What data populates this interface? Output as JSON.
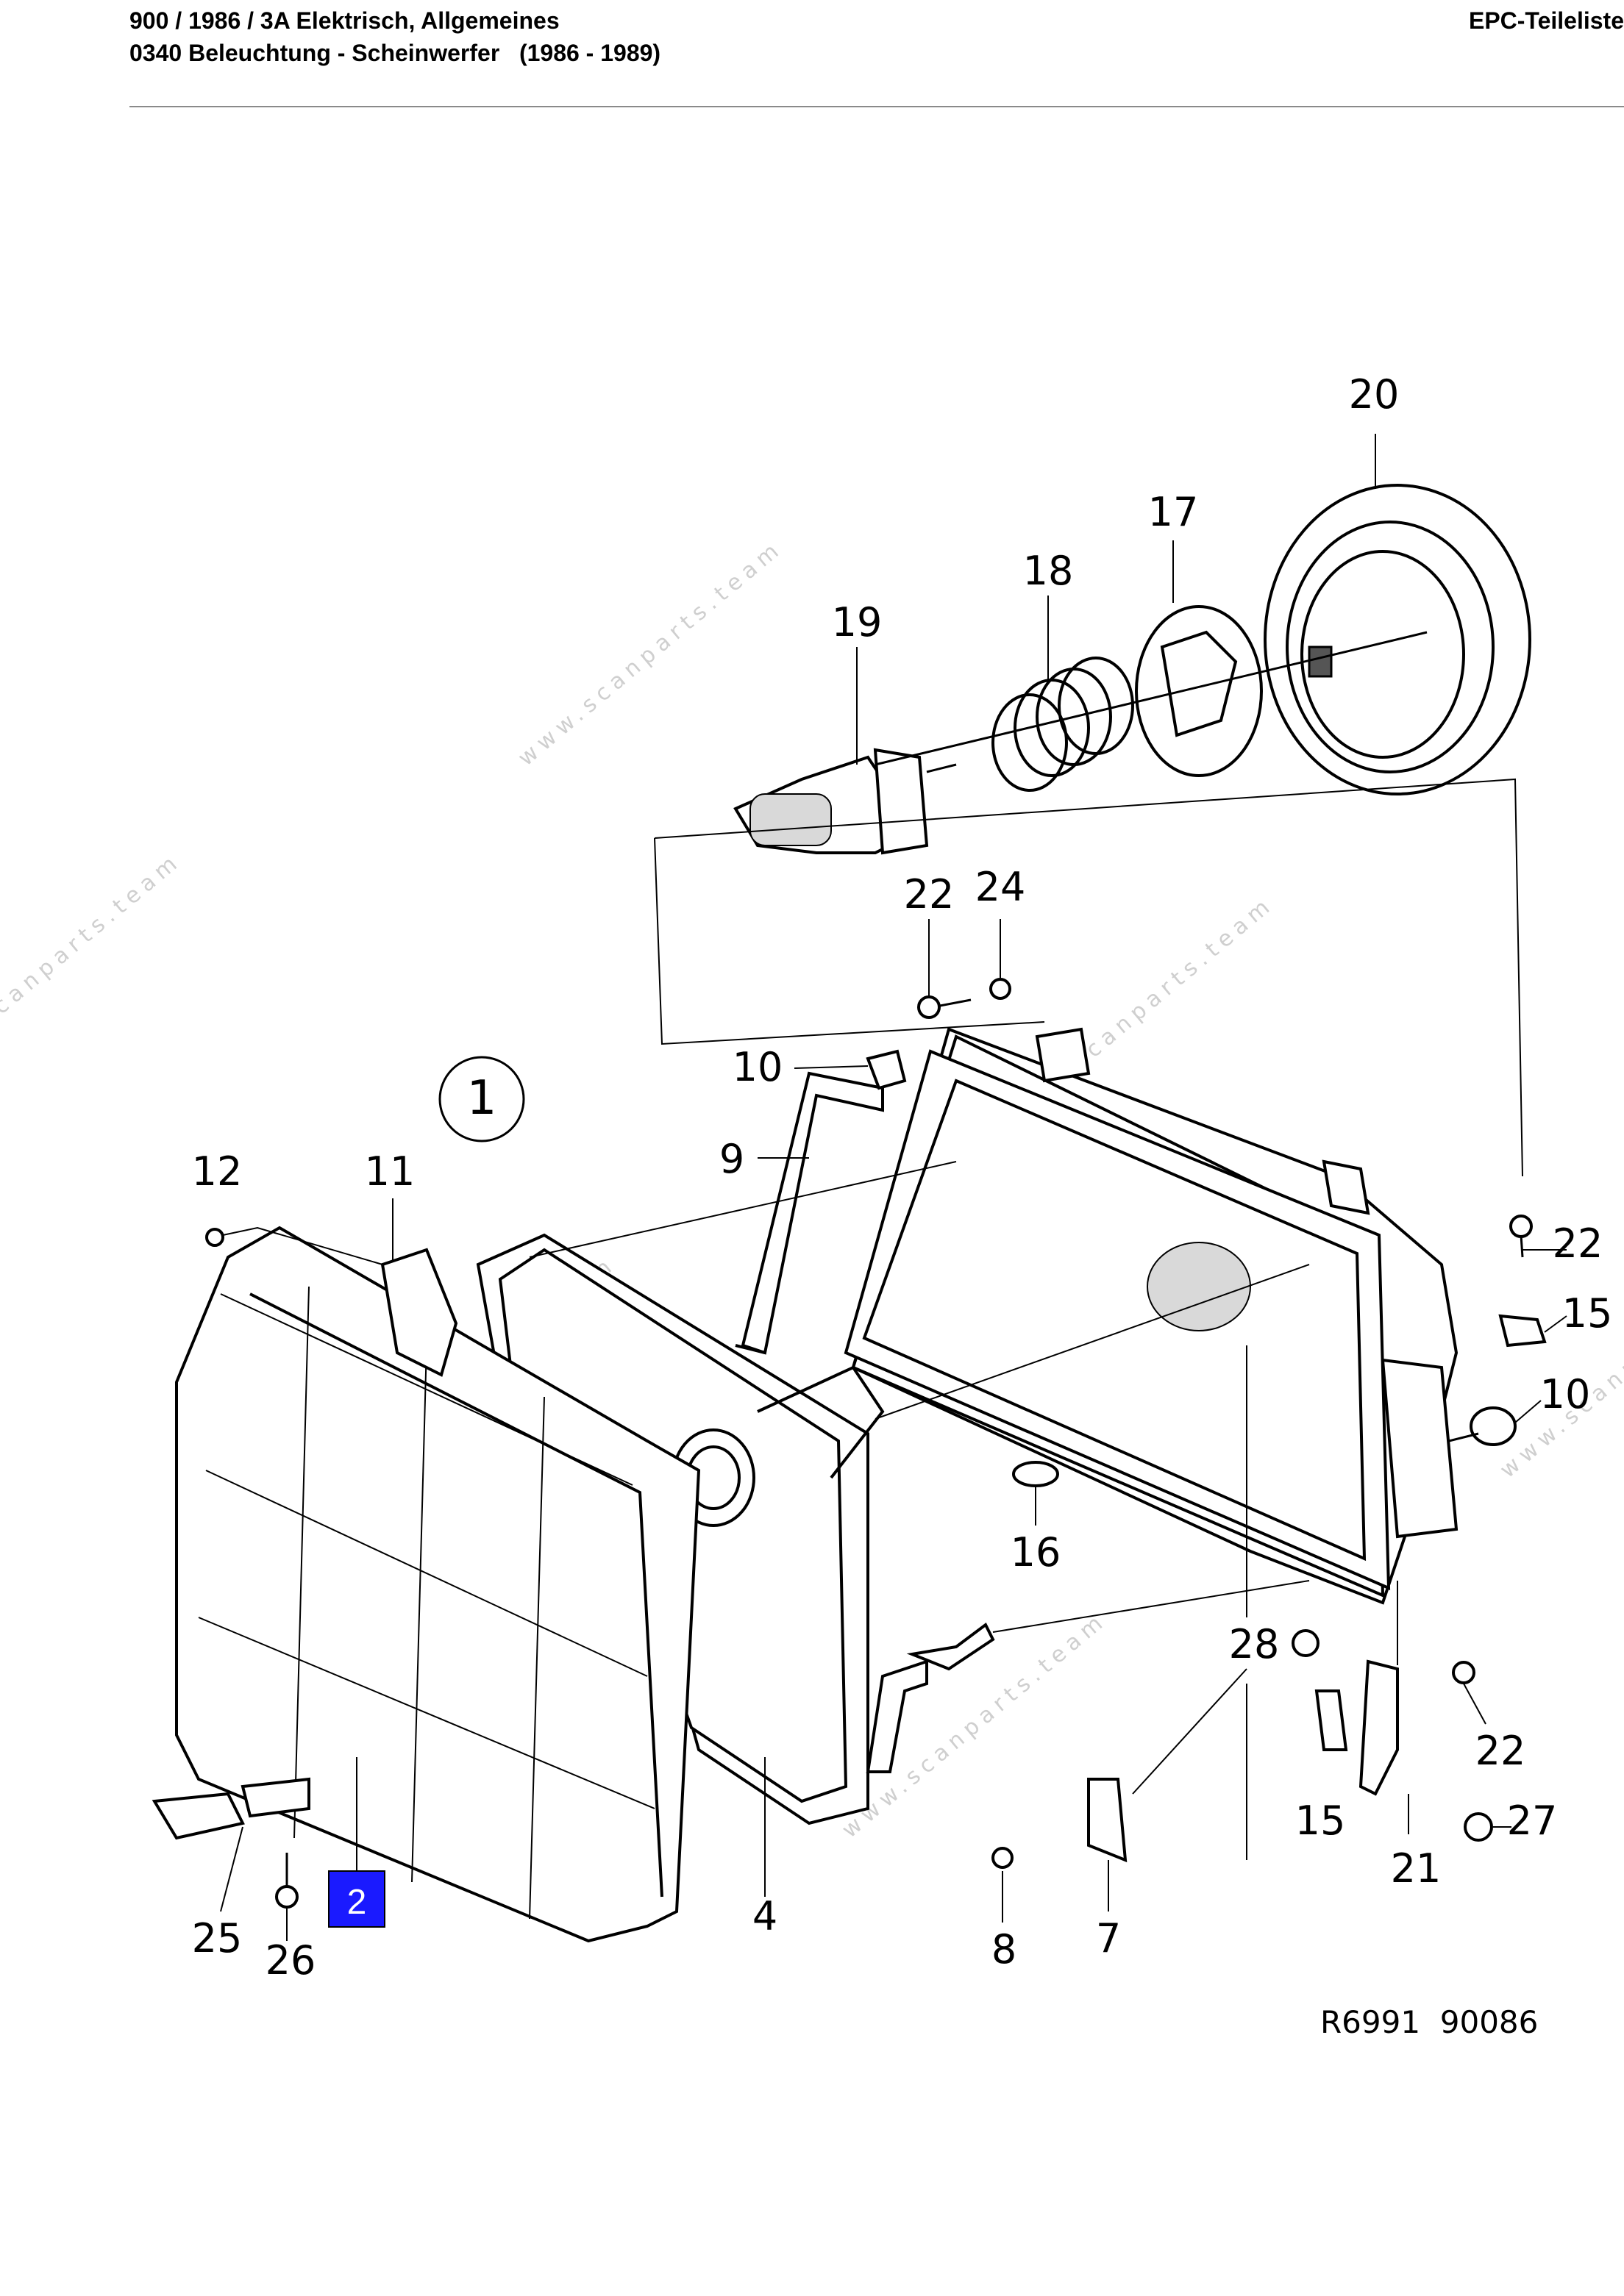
{
  "header": {
    "line1": "900 / 1986 / 3A Elektrisch, Allgemeines",
    "line2": "0340 Beleuchtung - Scheinwerfer   (1986 - 1989)",
    "right": "EPC-Teileliste"
  },
  "diagram": {
    "group_label": "1",
    "highlighted_part": "2",
    "reference_code": "R6991  90086",
    "watermark": "www.scanparts.team",
    "callouts": {
      "p20": "20",
      "p17": "17",
      "p18": "18",
      "p19": "19",
      "p22a": "22",
      "p24": "24",
      "p10a": "10",
      "p9": "9",
      "p12": "12",
      "p11": "11",
      "p22b": "22",
      "p15a": "15",
      "p10b": "10",
      "p16": "16",
      "p28": "28",
      "p22c": "22",
      "p15b": "15",
      "p27": "27",
      "p21": "21",
      "p8": "8",
      "p7": "7",
      "p4": "4",
      "p25": "25",
      "p26": "26"
    }
  }
}
